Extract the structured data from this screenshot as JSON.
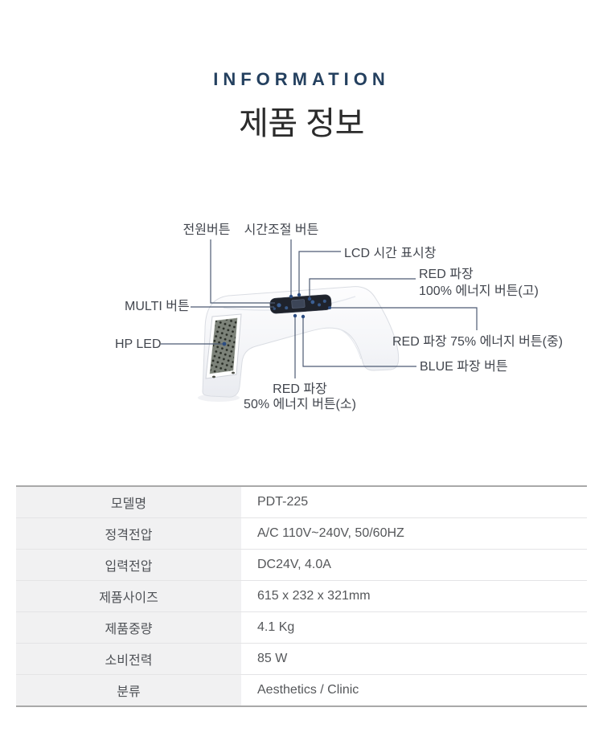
{
  "header": {
    "eyebrow": "INFORMATION",
    "title": "제품 정보"
  },
  "diagram": {
    "labels": {
      "power": "전원버튼",
      "timer": "시간조절 버튼",
      "lcd": "LCD 시간 표시창",
      "red100_line1": "RED 파장",
      "red100_line2": "100% 에너지 버튼(고)",
      "multi": "MULTI 버튼",
      "red75": "RED 파장 75% 에너지 버튼(중)",
      "hp_led": "HP LED",
      "blue": "BLUE 파장 버튼",
      "red50_line1": "RED 파장",
      "red50_line2": "50% 에너지 버튼(소)"
    }
  },
  "spec_table": {
    "rows": [
      {
        "label": "모델명",
        "value": "PDT-225"
      },
      {
        "label": "정격전압",
        "value": "A/C 110V~240V, 50/60HZ"
      },
      {
        "label": "입력전압",
        "value": "DC24V, 4.0A"
      },
      {
        "label": "제품사이즈",
        "value": "615 x 232 x 321mm"
      },
      {
        "label": "제품중량",
        "value": "4.1 Kg"
      },
      {
        "label": "소비전력",
        "value": "85 W"
      },
      {
        "label": "분류",
        "value": "Aesthetics / Clinic"
      }
    ]
  },
  "colors": {
    "eyebrow_text": "#24405f",
    "title_text": "#2b2b2b",
    "callout_text": "#42464e",
    "leader_line": "#4d5b73",
    "anchor_dot": "#2c4d82",
    "table_border": "#a9a9a9",
    "table_divider": "#e4e4e6",
    "table_label_bg": "#f1f1f2"
  }
}
